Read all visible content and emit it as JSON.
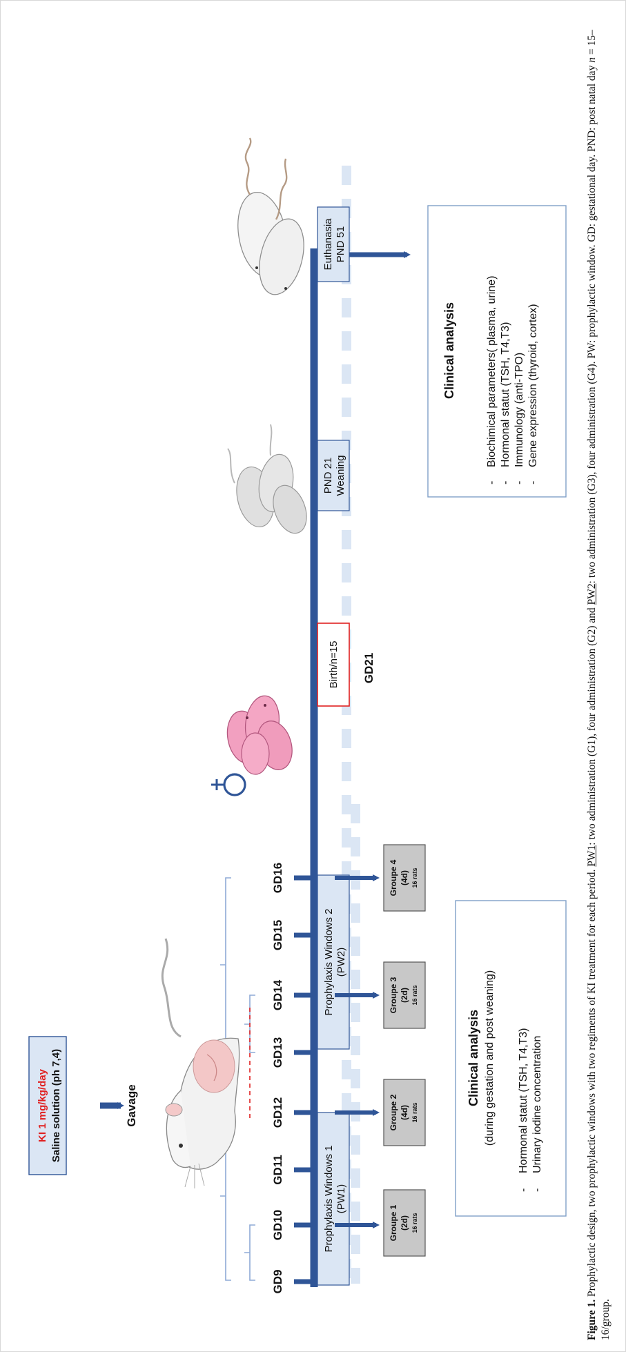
{
  "dose": {
    "line1": "KI 1 mg/kg/day",
    "line2": "Saline solution (ph 7,4)",
    "arrow_label": "Gavage"
  },
  "timeline": {
    "days": [
      "GD9",
      "GD10",
      "GD11",
      "GD12",
      "GD13",
      "GD14",
      "GD15",
      "GD16"
    ],
    "gd21": "GD21"
  },
  "windows": [
    {
      "line1": "Prophylaxis Windows 1",
      "line2": "(PW1)"
    },
    {
      "line1": "Prophylaxis Windows 2",
      "line2": "(PW2)"
    }
  ],
  "groups": [
    {
      "name": "Groupe 1",
      "days": "(2d)",
      "rats": "16 rats"
    },
    {
      "name": "Groupe 2",
      "days": "(4d)",
      "rats": "16 rats"
    },
    {
      "name": "Groupe 3",
      "days": "(2d)",
      "rats": "16 rats"
    },
    {
      "name": "Groupe 4",
      "days": "(4d)",
      "rats": "16 rats"
    }
  ],
  "milestones": {
    "birth": "Birth/n=15",
    "weaning_line1": "PND 21",
    "weaning_line2": "Weaning",
    "euthanasia_line1": "Euthanasia",
    "euthanasia_line2": "PND 51"
  },
  "analysis1": {
    "title": "Clinical analysis",
    "subtitle": "(during gestation and post weaning)",
    "items": [
      "Hormonal statut (TSH, T4,T3)",
      "Urinary iodine concentration"
    ]
  },
  "analysis2": {
    "title": "Clinical analysis",
    "items": [
      "Biochimical parameters( plasma,  urine)",
      "Hormonal statut (TSH, T4,T3)",
      "Immunology  (anti-TPO)",
      "Gene expression (thyroid, cortex)"
    ]
  },
  "caption": {
    "label": "Figure 1.",
    "t1": " Prophylactic design, two prophylactic windows with two regiments of KI treatment for each period. ",
    "pw1": "PW1",
    "t2": ": two administration (G1), four administration (G2) and ",
    "pw2": "PW2",
    "t3": ": two administration (G3), four administration (G4). PW: prophylactic window. GD: gestational day. PND: post natal day ",
    "n": "n",
    "t4": " = 15–16/group."
  },
  "colors": {
    "timeline": "#2f5597",
    "window_fill": "#dbe6f4",
    "group_fill": "#c8c8c8",
    "birth_border": "#e02020",
    "brace": "#8eaad6",
    "dose_red": "#e02020"
  }
}
